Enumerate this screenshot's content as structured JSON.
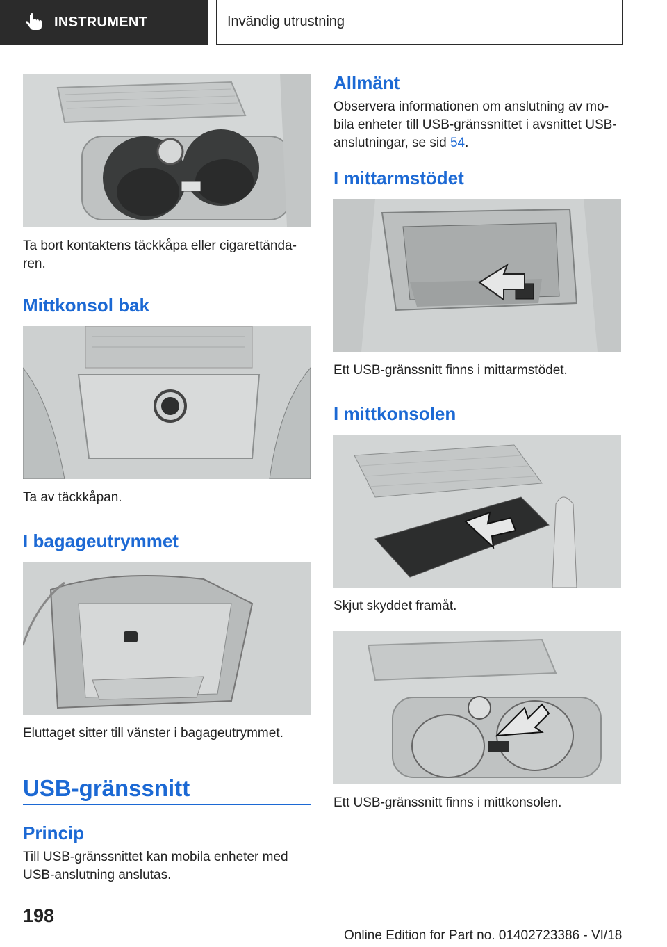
{
  "header": {
    "section": "INSTRUMENT",
    "chapter": "Invändig utrustning"
  },
  "left": {
    "caption1": "Ta bort kontaktens täckkåpa eller cigarettända-ren.",
    "caption1_line1": "Ta bort kontaktens täckkåpa eller cigarettända-",
    "caption1_line2": "ren.",
    "heading_rear": "Mittkonsol bak",
    "caption2": "Ta av täckkåpan.",
    "heading_trunk": "I bagageutrymmet",
    "caption3": "Eluttaget sitter till vänster i bagageutrymmet.",
    "section_title": "USB-gränssnitt",
    "heading_principle": "Princip",
    "principle_line1": "Till USB-gränssnittet kan mobila enheter med",
    "principle_line2": "USB-anslutning anslutas."
  },
  "right": {
    "heading_general": "Allmänt",
    "general_line1": "Observera informationen om anslutning av mo-",
    "general_line2": "bila enheter till USB-gränssnittet i avsnittet USB-",
    "general_line3_pre": "anslutningar, se sid ",
    "general_page_ref": "54",
    "general_line3_post": ".",
    "heading_armrest": "I mittarmstödet",
    "caption_armrest": "Ett USB-gränssnitt finns i mittarmstödet.",
    "heading_console": "I mittkonsolen",
    "caption_slide": "Skjut skyddet framåt.",
    "caption_console": "Ett USB-gränssnitt finns i mittkonsolen."
  },
  "footer": {
    "page_number": "198",
    "edition": "Online Edition for Part no. 01402723386 - VI/18",
    "watermark": "Online Edition for Part no. 01402723386 - VI/18"
  },
  "colors": {
    "accent": "#1c69d4",
    "header_dark": "#2b2b2b",
    "figure_bg": "#cfd2d2"
  },
  "icons": {
    "header_icon": "hand-pointer-icon"
  }
}
